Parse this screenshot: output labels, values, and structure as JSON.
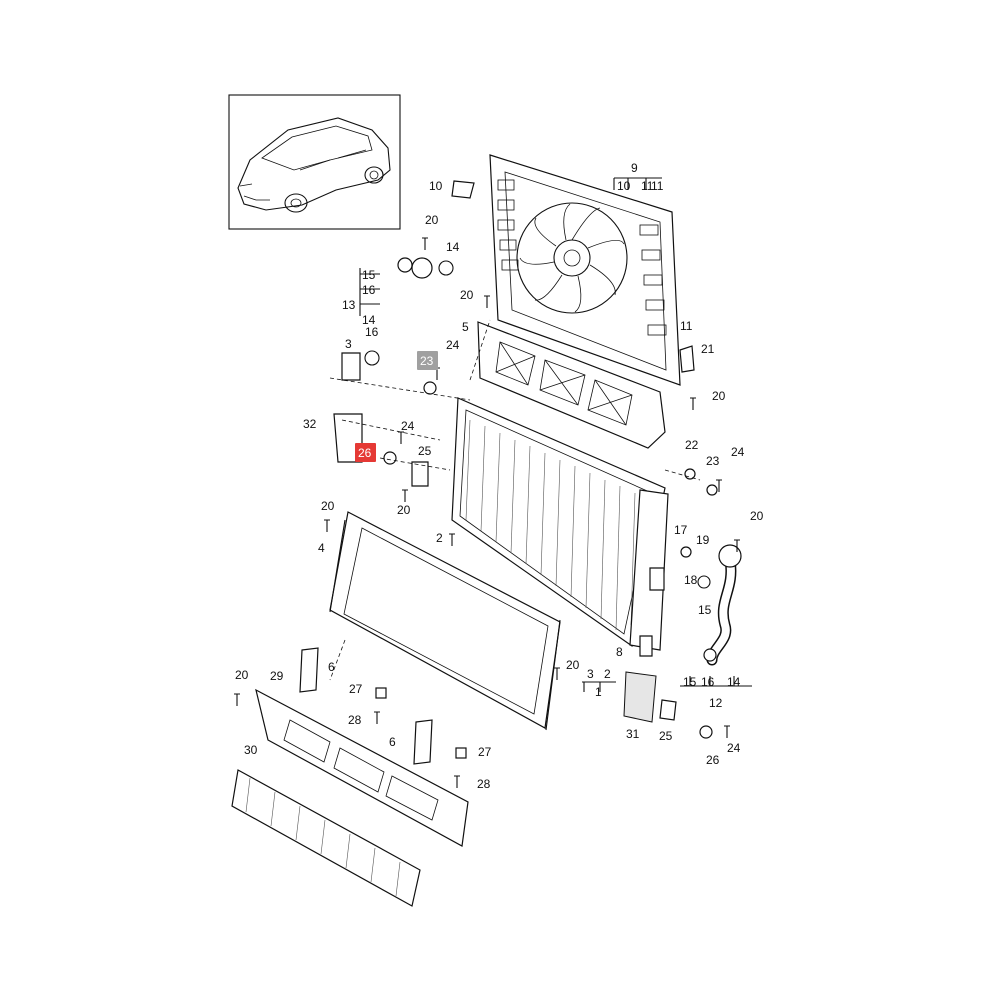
{
  "callouts": [
    {
      "label": "9"
    },
    {
      "label": "10"
    },
    {
      "label": "11"
    },
    {
      "label": "10"
    },
    {
      "label": "20"
    },
    {
      "label": "14"
    },
    {
      "label": "15"
    },
    {
      "label": "16"
    },
    {
      "label": "13"
    },
    {
      "label": "14"
    },
    {
      "label": "20"
    },
    {
      "label": "5"
    },
    {
      "label": "16"
    },
    {
      "label": "3"
    },
    {
      "label": "24"
    },
    {
      "label": "11"
    },
    {
      "label": "21"
    },
    {
      "label": "20"
    },
    {
      "label": "32"
    },
    {
      "label": "24"
    },
    {
      "label": "25"
    },
    {
      "label": "22"
    },
    {
      "label": "23"
    },
    {
      "label": "24"
    },
    {
      "label": "20"
    },
    {
      "label": "20"
    },
    {
      "label": "4"
    },
    {
      "label": "2"
    },
    {
      "label": "17"
    },
    {
      "label": "19"
    },
    {
      "label": "20"
    },
    {
      "label": "18"
    },
    {
      "label": "15"
    },
    {
      "label": "8"
    },
    {
      "label": "3"
    },
    {
      "label": "2"
    },
    {
      "label": "1"
    },
    {
      "label": "15"
    },
    {
      "label": "16"
    },
    {
      "label": "14"
    },
    {
      "label": "12"
    },
    {
      "label": "20"
    },
    {
      "label": "29"
    },
    {
      "label": "6"
    },
    {
      "label": "27"
    },
    {
      "label": "20"
    },
    {
      "label": "28"
    },
    {
      "label": "6"
    },
    {
      "label": "27"
    },
    {
      "label": "28"
    },
    {
      "label": "30"
    },
    {
      "label": "31"
    },
    {
      "label": "25"
    },
    {
      "label": "26"
    },
    {
      "label": "24"
    },
    {
      "label": "11"
    }
  ],
  "highlighted": {
    "red": {
      "label": "26",
      "color": "#e53935"
    },
    "gray": {
      "label": "23",
      "color": "#a0a0a0"
    }
  }
}
